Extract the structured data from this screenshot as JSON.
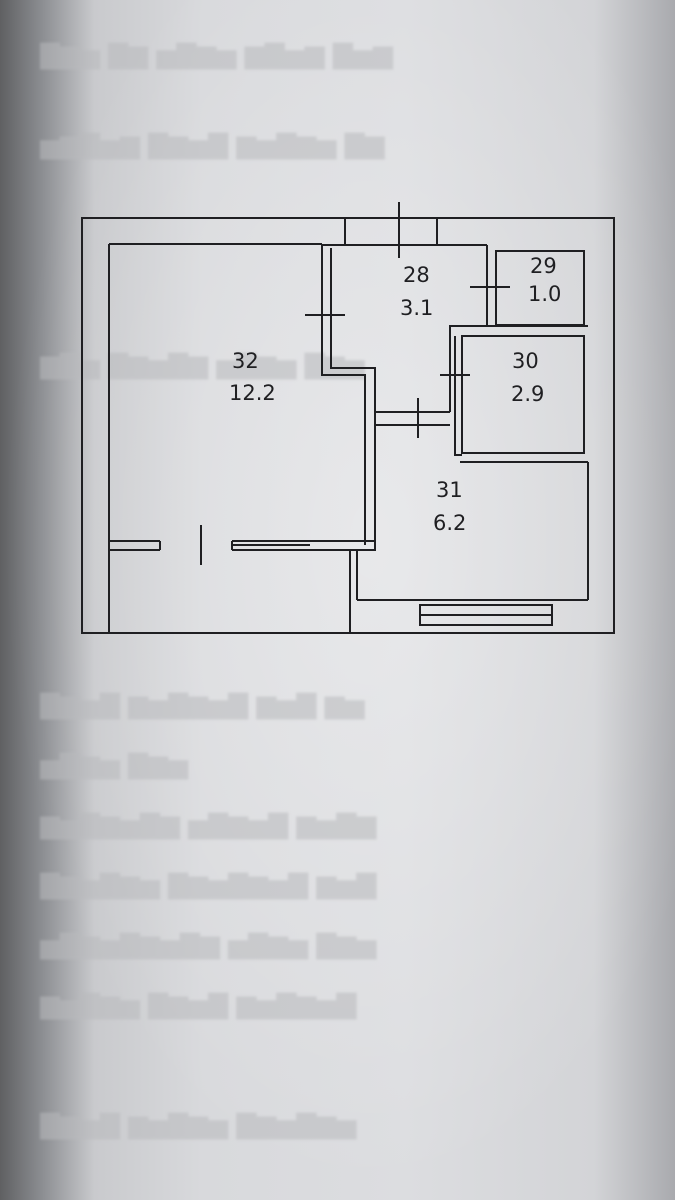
{
  "floor_plan": {
    "rooms": [
      {
        "id": "32",
        "number": "32",
        "area": "12.2"
      },
      {
        "id": "28",
        "number": "28",
        "area": "3.1"
      },
      {
        "id": "29",
        "number": "29",
        "area": "1.0"
      },
      {
        "id": "30",
        "number": "30",
        "area": "2.9"
      },
      {
        "id": "31",
        "number": "31",
        "area": "6.2"
      }
    ],
    "colors": {
      "paper": "#dcdde0",
      "ink": "#1f1f22"
    }
  }
}
